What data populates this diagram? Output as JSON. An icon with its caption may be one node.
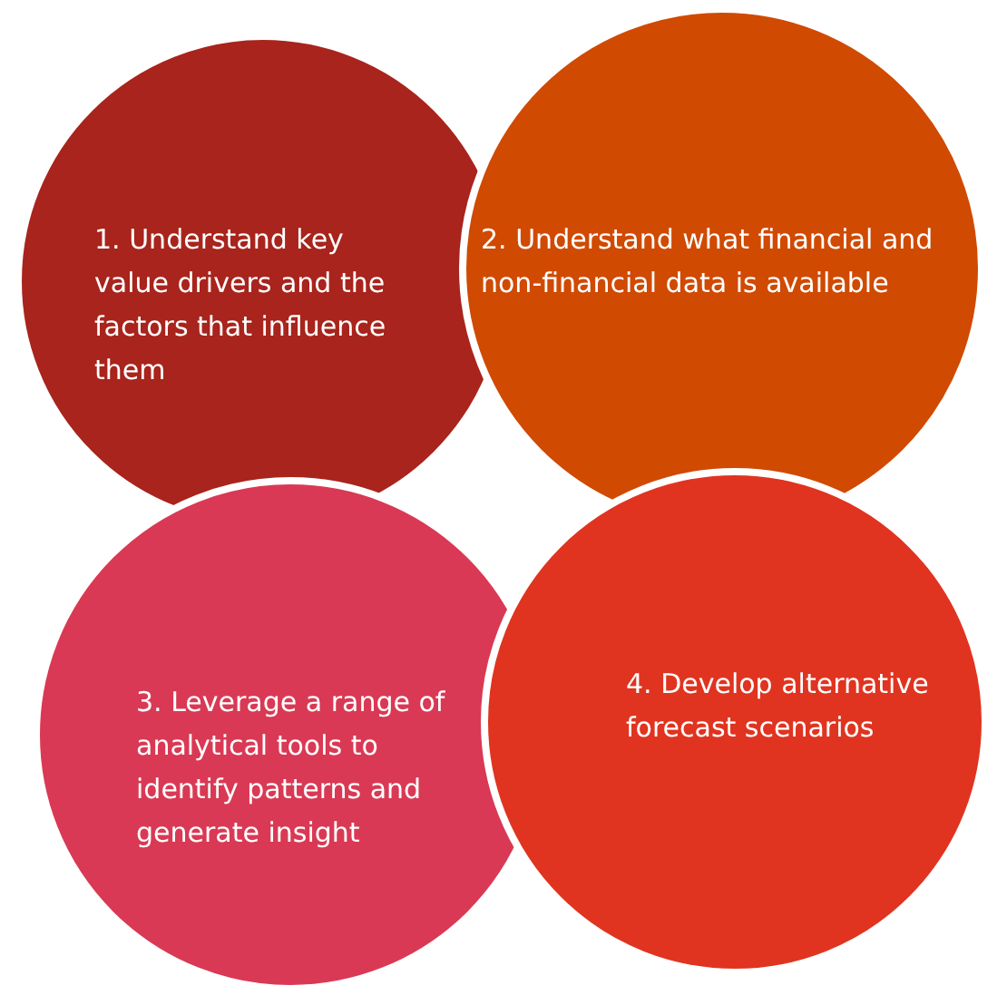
{
  "diagram": {
    "nodes": [
      {
        "text": [
          "1. Understand key value drivers and the factors that influence them"
        ]
      },
      {
        "text": [
          "2. Understand what financial and non-financial data is available"
        ]
      },
      {
        "text": [
          "3. Leverage a range of analytical tools to identify patterns and generate insight"
        ]
      },
      {
        "text": [
          "4. Develop alternative forecast scenarios"
        ]
      }
    ]
  }
}
